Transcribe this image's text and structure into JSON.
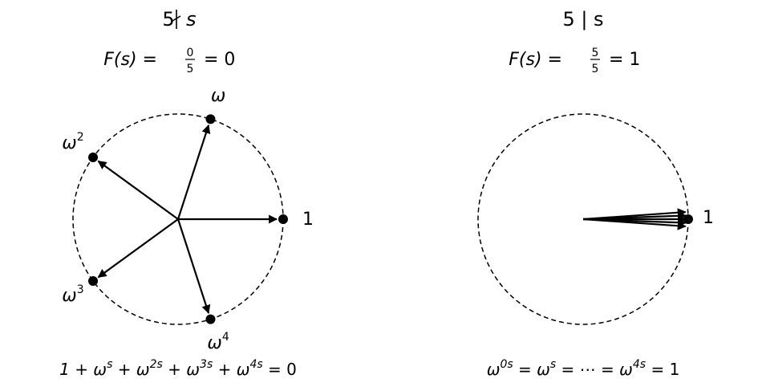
{
  "left_panel": {
    "title_left": "5",
    "title_right": "s",
    "formula": {
      "prefix": "F(s) = ",
      "numerator": "0",
      "denominator": "5",
      "suffix": " = 0"
    },
    "points": [
      {
        "label": "1",
        "angle_deg": 0
      },
      {
        "label": "ω",
        "angle_deg": 72
      },
      {
        "label": "ω",
        "exp": "2",
        "angle_deg": 144
      },
      {
        "label": "ω",
        "exp": "3",
        "angle_deg": 216
      },
      {
        "label": "ω",
        "exp": "4",
        "angle_deg": 288
      }
    ],
    "caption": {
      "t0": "1 + ω",
      "e1": "s",
      "t1": " + ω",
      "e2": "2s",
      "t2": " + ω",
      "e3": "3s",
      "t3": " + ω",
      "e4": "4s",
      "t4": " = 0"
    }
  },
  "right_panel": {
    "title": "5 | s",
    "formula": {
      "prefix": "F(s) = ",
      "numerator": "5",
      "denominator": "5",
      "suffix": " = 1"
    },
    "point_label": "1",
    "arrow_angles_deg": [
      -4,
      -2,
      0,
      2,
      4
    ],
    "caption": {
      "t0": "ω",
      "e1": "0s",
      "t1": " = ω",
      "e2": "s",
      "t2": " = ⋯ = ω",
      "e3": "4s",
      "t3": " = 1"
    }
  }
}
